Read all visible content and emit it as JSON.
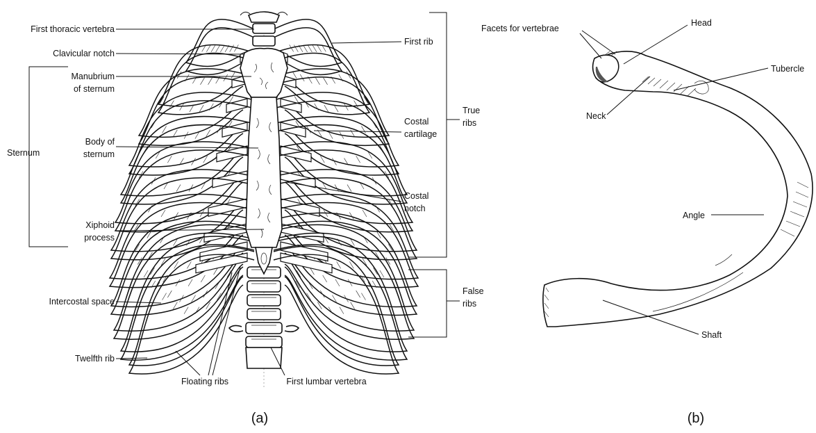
{
  "panel_a": {
    "letter": "(a)",
    "labels": {
      "first_thoracic_vertebra": "First thoracic vertebra",
      "clavicular_notch": "Clavicular notch",
      "manubrium_line1": "Manubrium",
      "manubrium_line2": "of sternum",
      "sternum": "Sternum",
      "body_line1": "Body of",
      "body_line2": "sternum",
      "xiphoid_line1": "Xiphoid",
      "xiphoid_line2": "process",
      "intercostal_space": "Intercostal space",
      "twelfth_rib": "Twelfth rib",
      "floating_ribs": "Floating ribs",
      "first_lumbar_vertebra": "First lumbar vertebra",
      "first_rib": "First rib",
      "costal_cartilage_line1": "Costal",
      "costal_cartilage_line2": "cartilage",
      "true_ribs_line1": "True",
      "true_ribs_line2": "ribs",
      "costal_notch_line1": "Costal",
      "costal_notch_line2": "notch",
      "false_ribs_line1": "False",
      "false_ribs_line2": "ribs"
    }
  },
  "panel_b": {
    "letter": "(b)",
    "labels": {
      "facets": "Facets for vertebrae",
      "head": "Head",
      "tubercle": "Tubercle",
      "neck": "Neck",
      "angle": "Angle",
      "shaft": "Shaft"
    }
  }
}
